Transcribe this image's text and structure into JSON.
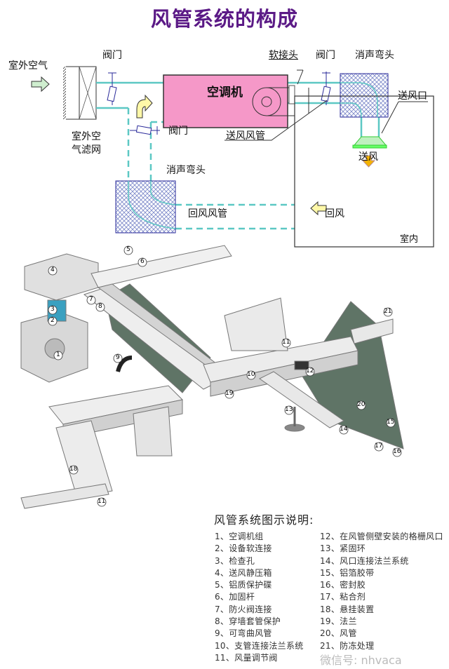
{
  "title": "风管系统的构成",
  "schematic": {
    "outdoor_air": "室外空气",
    "filter": [
      "室外空",
      "气滤网"
    ],
    "valve_left": "阀门",
    "valve_right": "阀门",
    "valve_return": "阀门",
    "ahu": "空调机",
    "soft_joint": "软接头",
    "muffler_elbow_top": "消声弯头",
    "supply_outlet": "送风口",
    "supply_duct": "送风风管",
    "supply_air": "送风",
    "muffler_elbow_bottom": "消声弯头",
    "return_duct": "回风风管",
    "return_air": "回风",
    "indoor": "室内"
  },
  "iso_labels": [
    "1",
    "2",
    "3",
    "4",
    "5",
    "6",
    "7",
    "8",
    "9",
    "10",
    "11",
    "12",
    "13",
    "14",
    "15",
    "16",
    "17",
    "18",
    "19",
    "20",
    "21",
    "11"
  ],
  "legend": {
    "title": "风管系统图示说明:",
    "left": [
      "1、空调机组",
      "2、设备软连接",
      "3、检查孔",
      "4、送风静压箱",
      "5、铝质保护碟",
      "6、加固杆",
      "7、防火阀连接",
      "8、穿墙套管保护",
      "9、可弯曲风管",
      "10、支管连接法兰系统",
      "11、风量调节阀"
    ],
    "right": [
      "12、在风管侧壁安装的格栅风口",
      "13、紧固环",
      "14、风口连接法兰系统",
      "15、铝箔胶带",
      "16、密封胶",
      "17、粘合剂",
      "18、悬挂装置",
      "19、法兰",
      "20、风管",
      "21、防冻处理"
    ]
  },
  "watermark": "微信号: nhvaca",
  "colors": {
    "title": "#5b1a86",
    "ahu": "#f598c8",
    "duct": "#5cc8c4",
    "panel": "#5f7466"
  }
}
